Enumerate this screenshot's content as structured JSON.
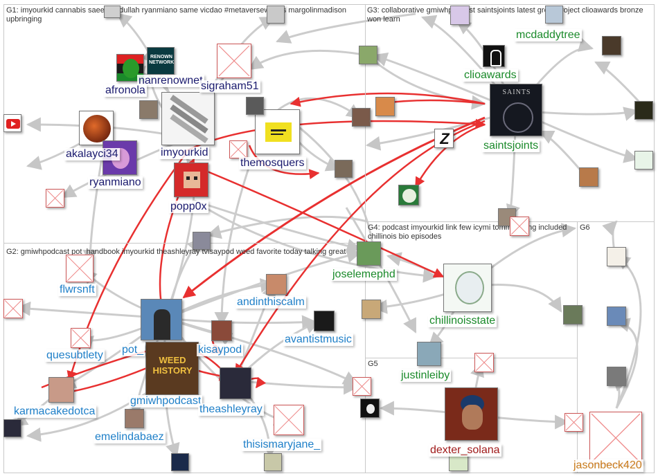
{
  "groups": [
    {
      "id": "G1",
      "title": "G1: imyourkid cannabis saeed abdullah ryanmiano same vicdao #metaverseworlds margolinmadison upbringing"
    },
    {
      "id": "G2",
      "title": "G2: gmiwhpodcast pot_handbook imyourkid theashleyray tvisaypod weed favorite today talking great"
    },
    {
      "id": "G3",
      "title": "G3: collaborative gmiwhpodcast saintsjoints latest great project clioawards bronze won learn"
    },
    {
      "id": "G4",
      "title": "G4: podcast imyourkid link few icymi tommychong included chillinois bio episodes"
    },
    {
      "id": "G5",
      "title": "G5"
    },
    {
      "id": "G6",
      "title": "G6"
    }
  ],
  "labels": {
    "afronola": "afronola",
    "renownet": "nanrenownet",
    "sigraham51": "sigraham51",
    "imyourkid": "imyourkid",
    "themosquers": "themosquers",
    "akalayci34": "akalayci34",
    "ryanmiano": "ryanmiano",
    "popp0x": "popp0x",
    "flwrsnft": "flwrsnft",
    "andinthiscalm": "andinthiscalm",
    "avantistmusic": "avantistmusic",
    "quesubtlety": "quesubtlety",
    "pot_": "pot_",
    "kisaypod": "kisaypod",
    "gmiwhpodcast": "gmiwhpodcast",
    "theashleyray": "theashleyray",
    "karmacakedotca": "karmacakedotca",
    "emelindabaez": "emelindabaez",
    "thisismaryjane_": "thisismaryjane_",
    "mcdaddytree": "mcdaddytree",
    "clioawards": "clioawards",
    "saintsjoints": "saintsjoints",
    "joselemephd": "joselemephd",
    "chillinoisstate": "chillinoisstate",
    "justinleiby": "justinleiby",
    "dexter_solana": "dexter_solana",
    "jasonbeck420": "jasonbeck420"
  },
  "image_text": {
    "weed_history": "WEED HISTORY",
    "saints": "SAINTS",
    "renown": "RENOWN NETWORK",
    "z_logo": "Z"
  },
  "colors": {
    "edge_gray": "#c4c4c4",
    "edge_red": "#e83030",
    "G1": "#1a1a6e",
    "G2": "#1e7fc8",
    "G3": "#1a8a2a",
    "G4": "#1a8a2a",
    "G5": "#a01a1a",
    "G6": "#c87a1a"
  }
}
